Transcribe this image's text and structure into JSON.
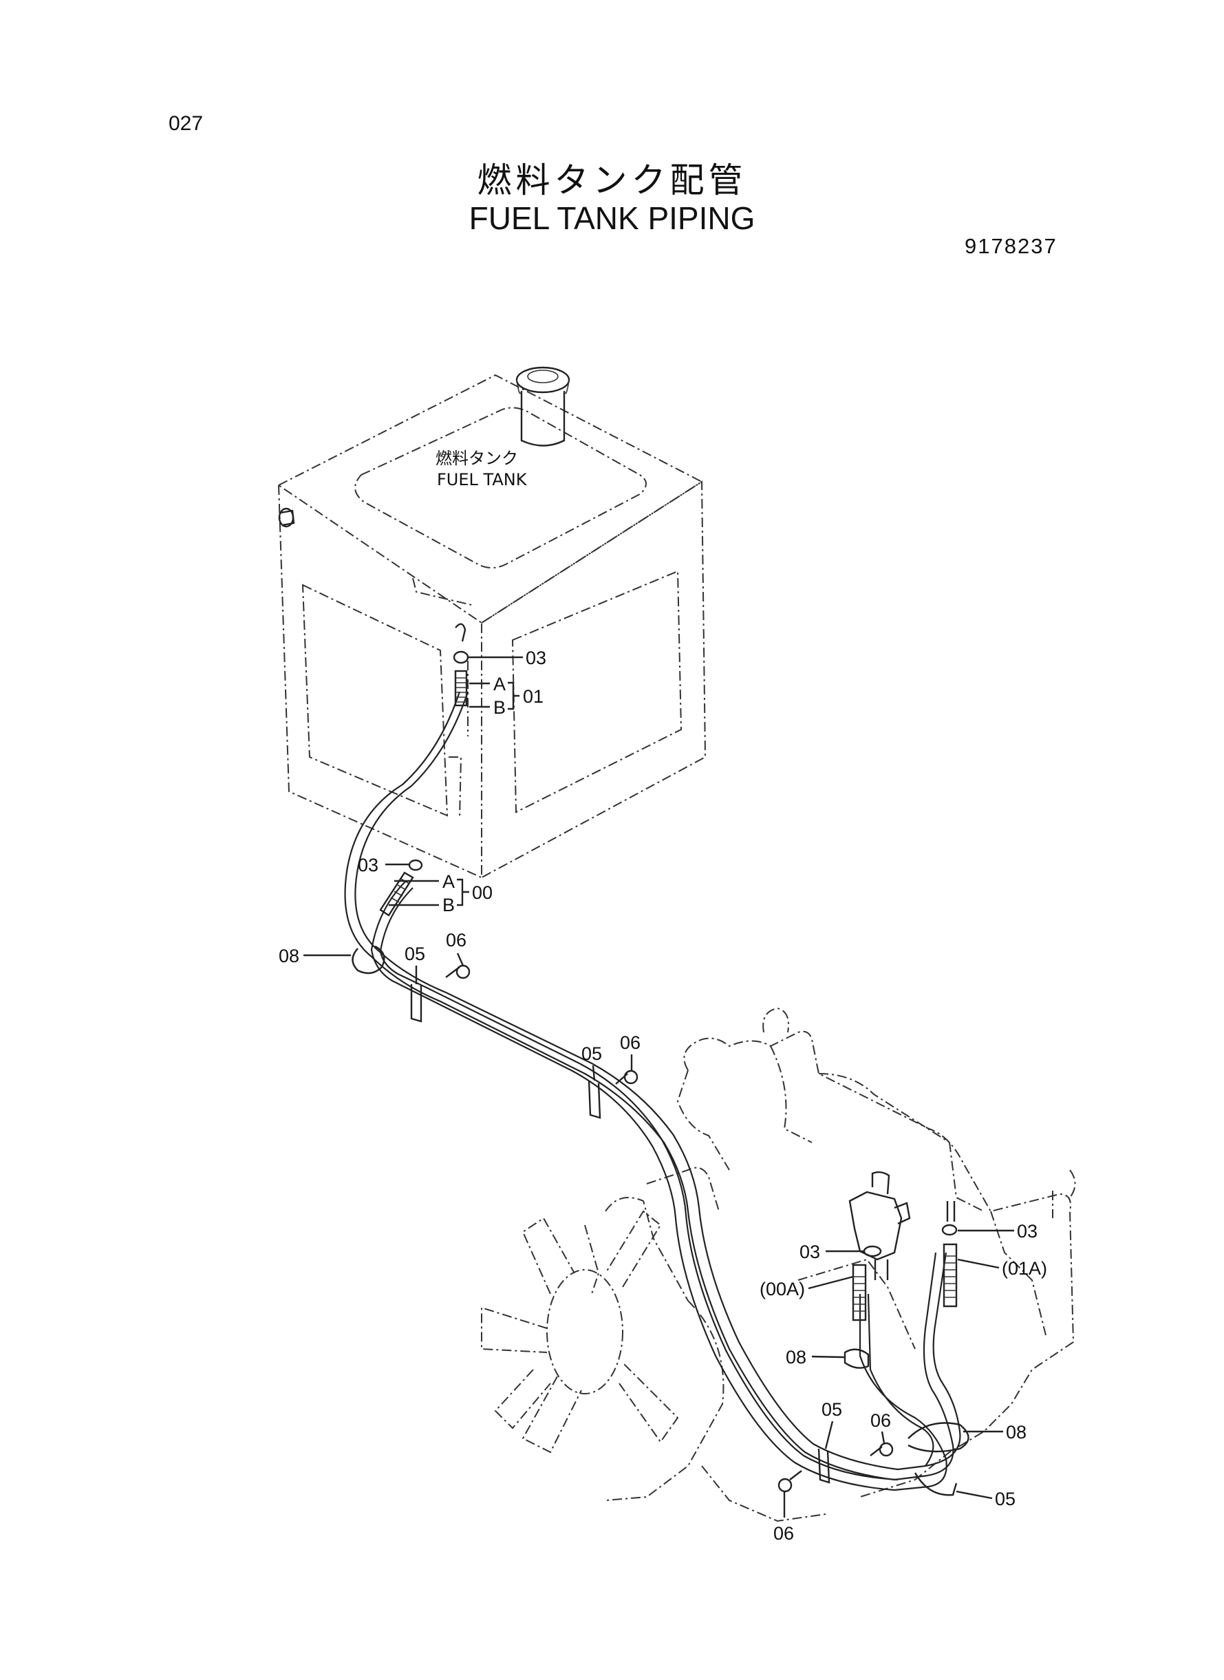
{
  "page_number": "027",
  "title_jp": "燃料タンク配管",
  "title_en": "FUEL TANK PIPING",
  "drawing_number": "9178237",
  "tank_label": {
    "jp": "燃料タンク",
    "en": "FUEL TANK"
  },
  "callouts": {
    "c03_top": "03",
    "a_top": "A",
    "b_top": "B",
    "c01": "01",
    "c03_mid": "03",
    "a_mid": "A",
    "b_mid": "B",
    "c00": "00",
    "c08_left": "08",
    "c05_a": "05",
    "c06_a": "06",
    "c05_b": "05",
    "c06_b": "06",
    "c03_right": "03",
    "c03_pump": "03",
    "c00a": "(00A)",
    "c01a": "(01A)",
    "c08_mid": "08",
    "c05_c": "05",
    "c06_c": "06",
    "c08_right": "08",
    "c05_right": "05",
    "c06_bottom": "06"
  }
}
